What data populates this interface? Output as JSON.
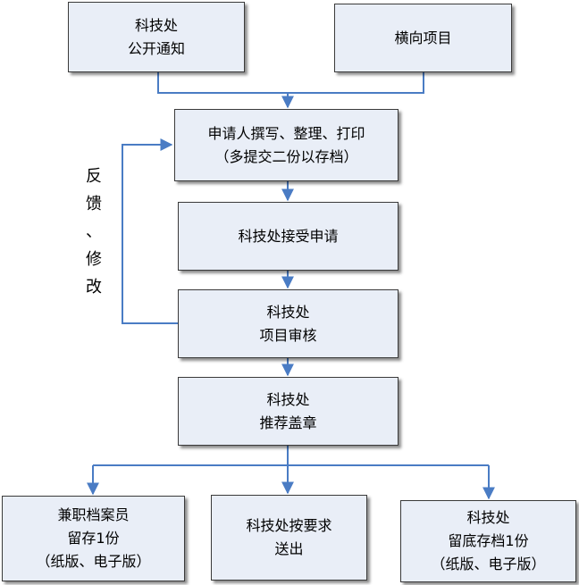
{
  "colors": {
    "box_fill": "#e9eef7",
    "box_border": "#3a3a3a",
    "connector": "#4a7cc4"
  },
  "nodes": {
    "notice": "科技处\n公开通知",
    "horizontal_project": "横向项目",
    "applicant_prepare": "申请人撰写、整理、打印\n（多提交二份以存档）",
    "accept_application": "科技处接受申请",
    "project_review": "科技处\n项目审核",
    "recommend_seal": "科技处\n推荐盖章",
    "archivist_keep": "兼职档案员\n留存1份\n（纸版、电子版）",
    "send_out": "科技处按要求\n送出",
    "office_archive": "科技处\n留底存档1份\n（纸版、电子版）"
  },
  "feedback_label": "反\n馈\n、\n修\n改"
}
